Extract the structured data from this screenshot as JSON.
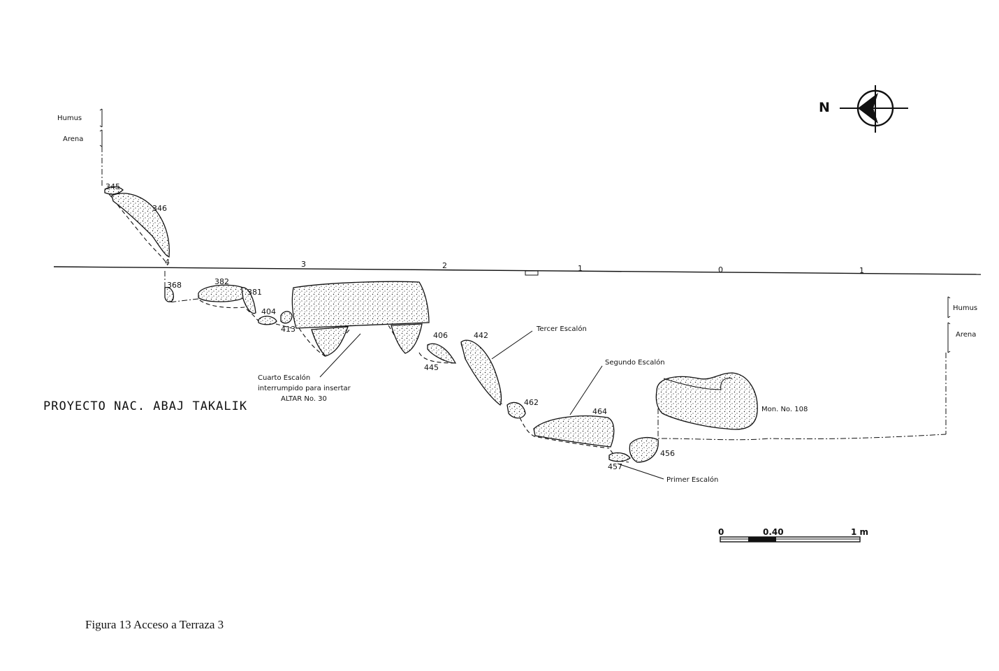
{
  "diagram": {
    "north_label": "N",
    "project_title": "PROYECTO NAC. ABAJ TAKALIK",
    "figure_caption": "Figura 13 Acceso a Terraza 3",
    "grid_labels": [
      "4",
      "3",
      "2",
      "1",
      "0",
      "1"
    ],
    "soil_left": [
      "Humus",
      "Arena"
    ],
    "soil_right": [
      "Humus",
      "Arena"
    ],
    "stone_numbers": {
      "s345": "345",
      "s346": "346",
      "s368": "368",
      "s382": "382",
      "s381": "381",
      "s404": "404",
      "s413": "413",
      "s406": "406",
      "s445": "445",
      "s442": "442",
      "s462": "462",
      "s464": "464",
      "s456": "456",
      "s457": "457"
    },
    "step_labels": {
      "tercer": "Tercer Escalón",
      "segundo": "Segundo Escalón",
      "primer": "Primer Escalón",
      "cuarto_line1": "Cuarto Escalón",
      "cuarto_line2": "interrumpido para insertar",
      "cuarto_line3": "ALTAR No. 30"
    },
    "monument_label": "Mon. No. 108",
    "scale": {
      "labels": [
        "0",
        "0.40",
        "1 m"
      ]
    }
  }
}
